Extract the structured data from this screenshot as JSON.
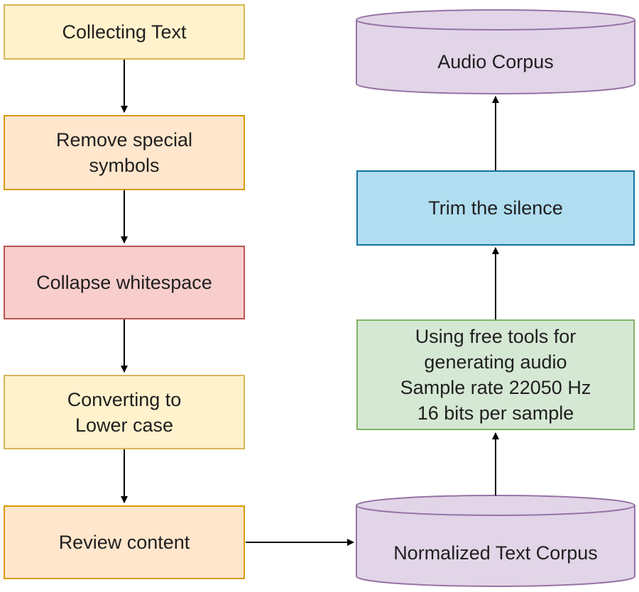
{
  "nodes": {
    "collecting_text": "Collecting Text",
    "remove_special": [
      "Remove special",
      "symbols"
    ],
    "collapse_whitespace": "Collapse whitespace",
    "converting_lower": [
      "Converting to",
      "Lower case"
    ],
    "review_content": "Review content",
    "normalized_corpus": "Normalized Text Corpus",
    "generate_audio": [
      "Using free tools for",
      "generating audio",
      "Sample rate 22050 Hz",
      "16 bits per sample"
    ],
    "trim_silence": "Trim the silence",
    "audio_corpus": "Audio Corpus"
  },
  "colors": {
    "yellow_fill": "#fff2cc",
    "orange_fill": "#ffe6cc",
    "red_fill": "#f8cecc",
    "blue_fill": "#b1ddf0",
    "green_fill": "#d5e8d4",
    "purple_fill": "#e1d5e7",
    "purple_stroke": "#9673a6",
    "arrow": "#000000"
  }
}
